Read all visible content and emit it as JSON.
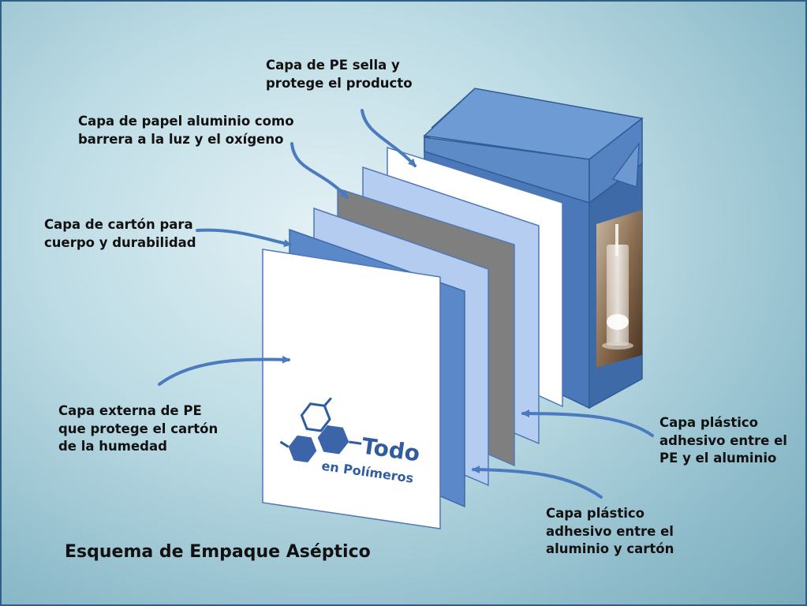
{
  "title": "Esquema de Empaque Aséptico",
  "labels": {
    "pe_inner": [
      "Capa de PE sella y",
      "protege el producto"
    ],
    "aluminum": [
      "Capa de papel aluminio como",
      "barrera a la luz y el oxígeno"
    ],
    "cardboard": [
      "Capa de cartón para",
      "cuerpo y durabilidad"
    ],
    "pe_outer": [
      "Capa externa de PE",
      "que protege el cartón",
      "de la humedad"
    ],
    "adhesive_pe_al": [
      "Capa plástico",
      "adhesivo entre el",
      "PE y el aluminio"
    ],
    "adhesive_al_carton": [
      "Capa plástico",
      "adhesivo entre el",
      "aluminio y cartón"
    ]
  },
  "logo": {
    "line1": "Todo",
    "line2": "en Polímeros"
  },
  "colors": {
    "carton_dark": "#3e6fb0",
    "carton_mid": "#5a8ac8",
    "carton_top": "#7ea7d9",
    "layer_blue": "#5b88c9",
    "layer_light_blue": "#b4ccf0",
    "layer_gray": "#7f7f7f",
    "layer_white": "#ffffff",
    "arrow": "#4b7bbf",
    "logo": "#2f5da0"
  }
}
